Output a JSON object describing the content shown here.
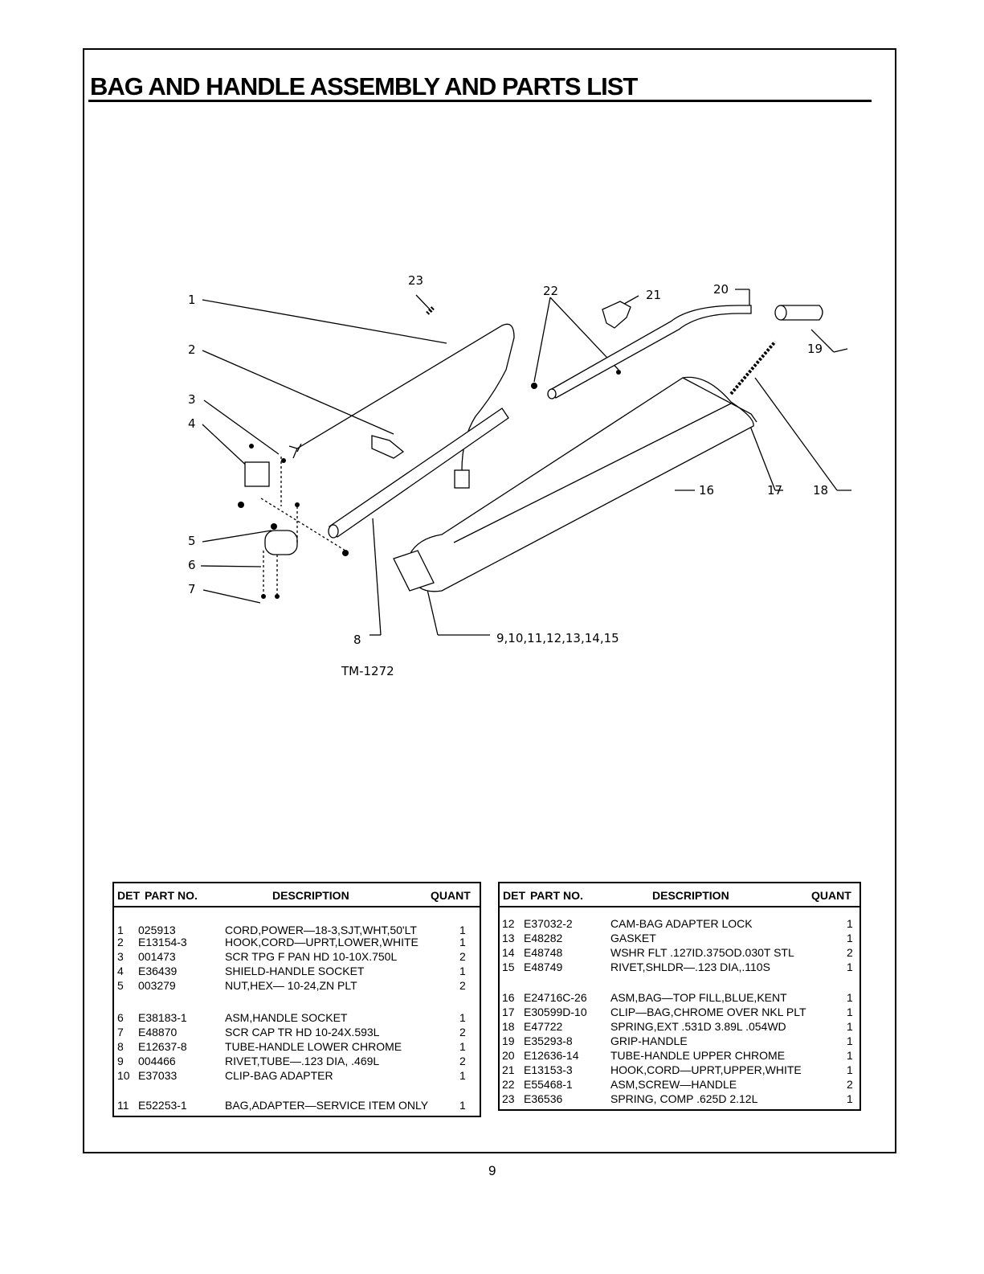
{
  "page": {
    "title": "BAG AND HANDLE ASSEMBLY AND PARTS LIST",
    "drawing_number": "TM-1272",
    "page_number": "9"
  },
  "callouts": {
    "c1": "1",
    "c2": "2",
    "c3": "3",
    "c4": "4",
    "c5": "5",
    "c6": "6",
    "c7": "7",
    "c8": "8",
    "c9_15": "9,10,11,12,13,14,15",
    "c16": "16",
    "c17": "17",
    "c18": "18",
    "c19": "19",
    "c20": "20",
    "c21": "21",
    "c22": "22",
    "c23": "23"
  },
  "table_headers": {
    "det": "DET",
    "part_no": "PART NO.",
    "description": "DESCRIPTION",
    "quant": "QUANT"
  },
  "parts_left": [
    {
      "det": "1",
      "part": "025913",
      "desc": "CORD,POWER—18-3,SJT,WHT,50'LT",
      "qty": "1"
    },
    {
      "det": "2",
      "part": "E13154-3",
      "desc": "HOOK,CORD—UPRT,LOWER,WHITE",
      "qty": "1"
    },
    {
      "det": "3",
      "part": "001473",
      "desc": "SCR TPG F PAN HD  10-10X.750L",
      "qty": "2"
    },
    {
      "det": "4",
      "part": "E36439",
      "desc": "SHIELD-HANDLE SOCKET",
      "qty": "1"
    },
    {
      "det": "5",
      "part": "003279",
      "desc": "NUT,HEX— 10-24,ZN PLT",
      "qty": "2"
    },
    {
      "det": "6",
      "part": "E38183-1",
      "desc": "ASM,HANDLE SOCKET",
      "qty": "1"
    },
    {
      "det": "7",
      "part": "E48870",
      "desc": "SCR CAP  TR  HD  10-24X.593L",
      "qty": "2"
    },
    {
      "det": "8",
      "part": "E12637-8",
      "desc": "TUBE-HANDLE LOWER CHROME",
      "qty": "1"
    },
    {
      "det": "9",
      "part": "004466",
      "desc": "RIVET,TUBE—.123 DIA, .469L",
      "qty": "2"
    },
    {
      "det": "10",
      "part": "E37033",
      "desc": "CLIP-BAG ADAPTER",
      "qty": "1"
    },
    {
      "det": "11",
      "part": "E52253-1",
      "desc": "BAG,ADAPTER—SERVICE ITEM ONLY",
      "qty": "1"
    }
  ],
  "parts_right": [
    {
      "det": "12",
      "part": "E37032-2",
      "desc": "CAM-BAG ADAPTER LOCK",
      "qty": "1"
    },
    {
      "det": "13",
      "part": "E48282",
      "desc": "GASKET",
      "qty": "1"
    },
    {
      "det": "14",
      "part": "E48748",
      "desc": "WSHR FLT .127ID.375OD.030T STL",
      "qty": "2"
    },
    {
      "det": "15",
      "part": "E48749",
      "desc": "RIVET,SHLDR—.123 DIA,.110S",
      "qty": "1"
    },
    {
      "det": "16",
      "part": "E24716C-26",
      "desc": "ASM,BAG—TOP FILL,BLUE,KENT",
      "qty": "1"
    },
    {
      "det": "17",
      "part": "E30599D-10",
      "desc": "CLIP—BAG,CHROME OVER NKL PLT",
      "qty": "1"
    },
    {
      "det": "18",
      "part": "E47722",
      "desc": "SPRING,EXT  .531D 3.89L .054WD",
      "qty": "1"
    },
    {
      "det": "19",
      "part": "E35293-8",
      "desc": "GRIP-HANDLE",
      "qty": "1"
    },
    {
      "det": "20",
      "part": "E12636-14",
      "desc": "TUBE-HANDLE UPPER CHROME",
      "qty": "1"
    },
    {
      "det": "21",
      "part": "E13153-3",
      "desc": "HOOK,CORD—UPRT,UPPER,WHITE",
      "qty": "1"
    },
    {
      "det": "22",
      "part": "E55468-1",
      "desc": "ASM,SCREW—HANDLE",
      "qty": "2"
    },
    {
      "det": "23",
      "part": "E36536",
      "desc": "SPRING, COMP .625D 2.12L",
      "qty": "1"
    }
  ]
}
